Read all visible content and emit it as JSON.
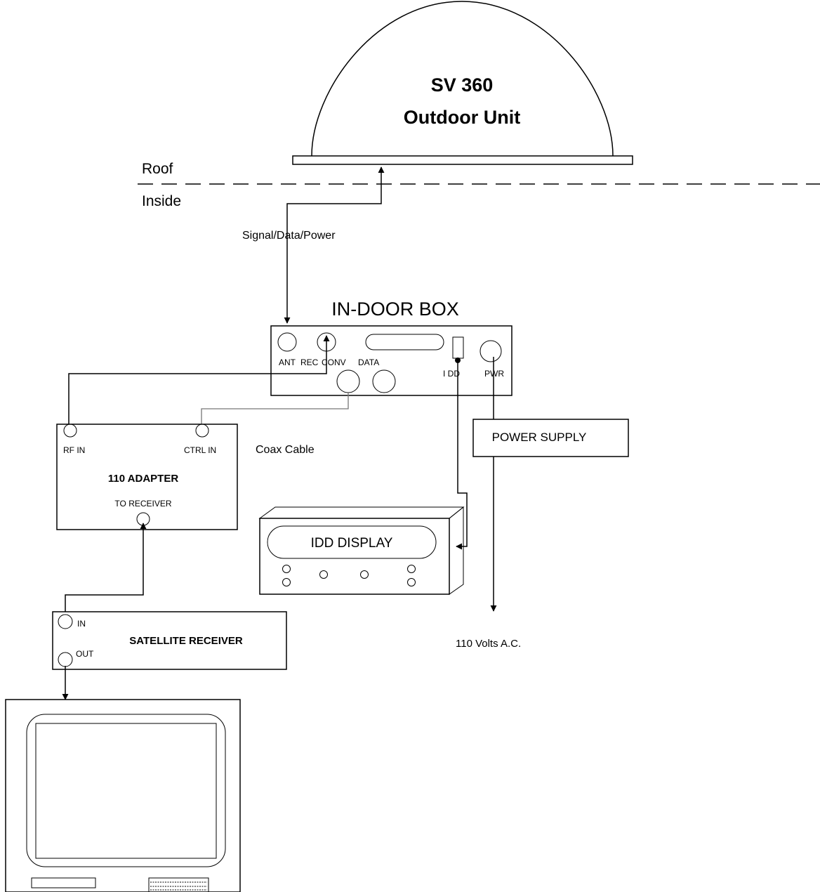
{
  "outdoor_unit": {
    "line1": "SV 360",
    "line2": "Outdoor Unit"
  },
  "zones": {
    "roof": "Roof",
    "inside": "Inside"
  },
  "cable_labels": {
    "signal": "Signal/Data/Power",
    "coax": "Coax Cable"
  },
  "indoor_box": {
    "title": "IN-DOOR BOX",
    "ports": {
      "ant": "ANT",
      "rec": "REC",
      "conv": "CONV",
      "data": "DATA",
      "idd": "I DD",
      "pwr": "PWR"
    }
  },
  "power_supply": "POWER SUPPLY",
  "mains": "110 Volts A.C.",
  "adapter": {
    "title": "110 ADAPTER",
    "rf_in": "RF IN",
    "ctrl_in": "CTRL IN",
    "to_receiver": "TO RECEIVER"
  },
  "idd_display": "IDD DISPLAY",
  "receiver": {
    "title": "SATELLITE RECEIVER",
    "in": "IN",
    "out": "OUT"
  }
}
